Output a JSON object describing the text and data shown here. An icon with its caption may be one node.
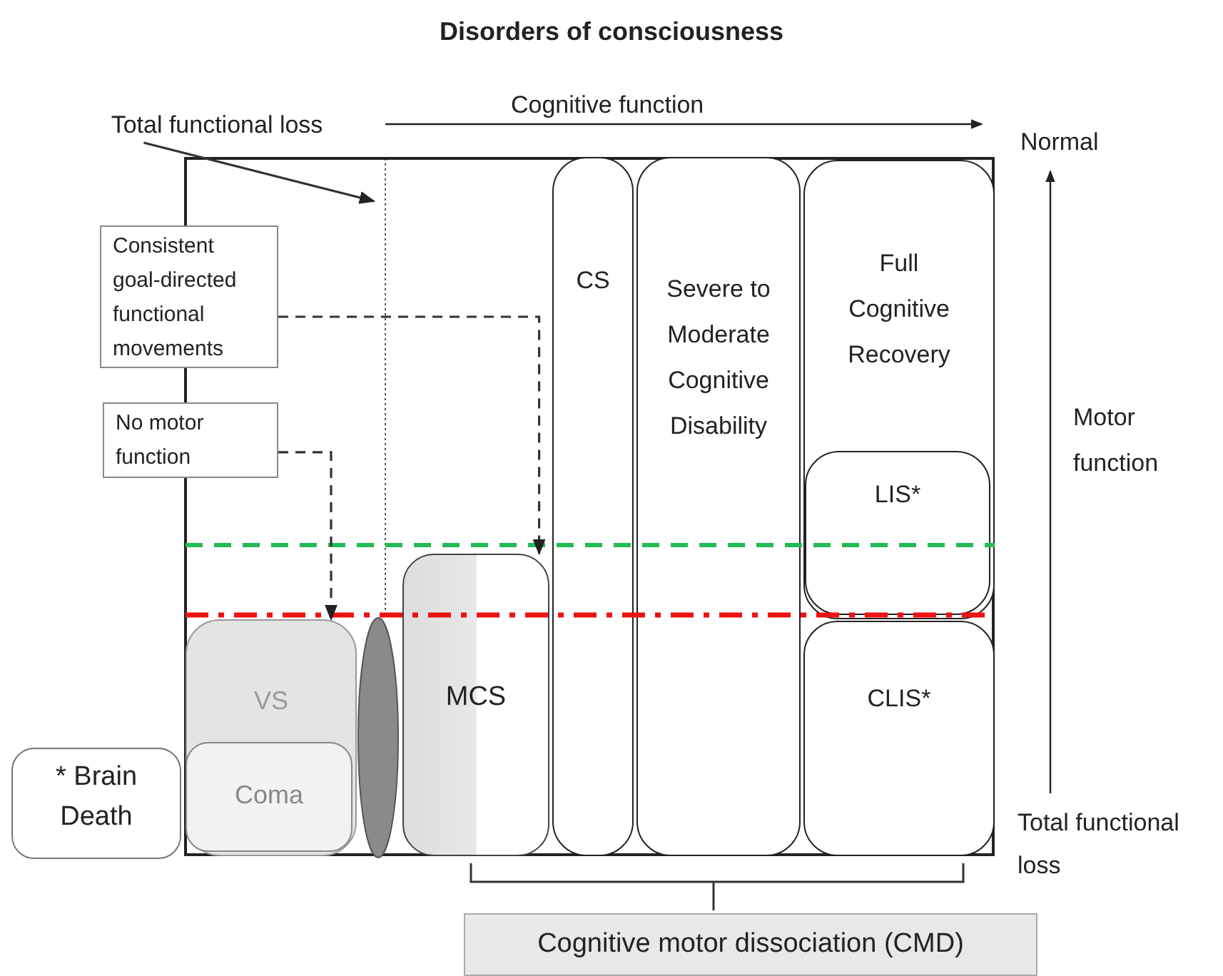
{
  "diagram": {
    "title": "Disorders of consciousness",
    "nodes": [
      {
        "text": [
          "Total functional loss"
        ]
      },
      {
        "text": [],
        "shape": "box"
      },
      {
        "text": [
          "Consistent goal-directed functional movements"
        ]
      },
      {
        "text": [
          "No motor function"
        ]
      },
      {
        "text": [
          "CS"
        ],
        "in": 1
      },
      {
        "text": [
          "Severe to Moderate Cognitive Disability"
        ],
        "in": 1
      },
      {
        "text": [
          "Full Cognitive Recovery"
        ],
        "in": 1
      },
      {
        "text": [
          "LIS*"
        ],
        "in": 6
      },
      {
        "text": [
          "MCS"
        ],
        "in": 1
      },
      {
        "text": [
          "VS"
        ],
        "in": 1
      },
      {
        "text": [],
        "shape": "ellipse",
        "in": 1
      },
      {
        "text": [
          "* Brain Death"
        ]
      },
      {
        "text": [
          "Coma"
        ],
        "in": 9
      },
      {
        "text": [
          "CLIS*"
        ],
        "in": 1
      },
      {
        "text": [
          "Cognitive motor dissociation (CMD)"
        ]
      }
    ],
    "edges": [
      {
        "from": 0,
        "to": null,
        "arrow": "to"
      },
      {
        "from": 2,
        "to": 8,
        "arrow": "to",
        "style": "dashed"
      },
      {
        "from": 3,
        "to": 9,
        "arrow": "to",
        "style": "dashed"
      }
    ],
    "labels": [
      "Cognitive function",
      "Normal",
      "Motor function",
      "Total functional loss"
    ]
  }
}
